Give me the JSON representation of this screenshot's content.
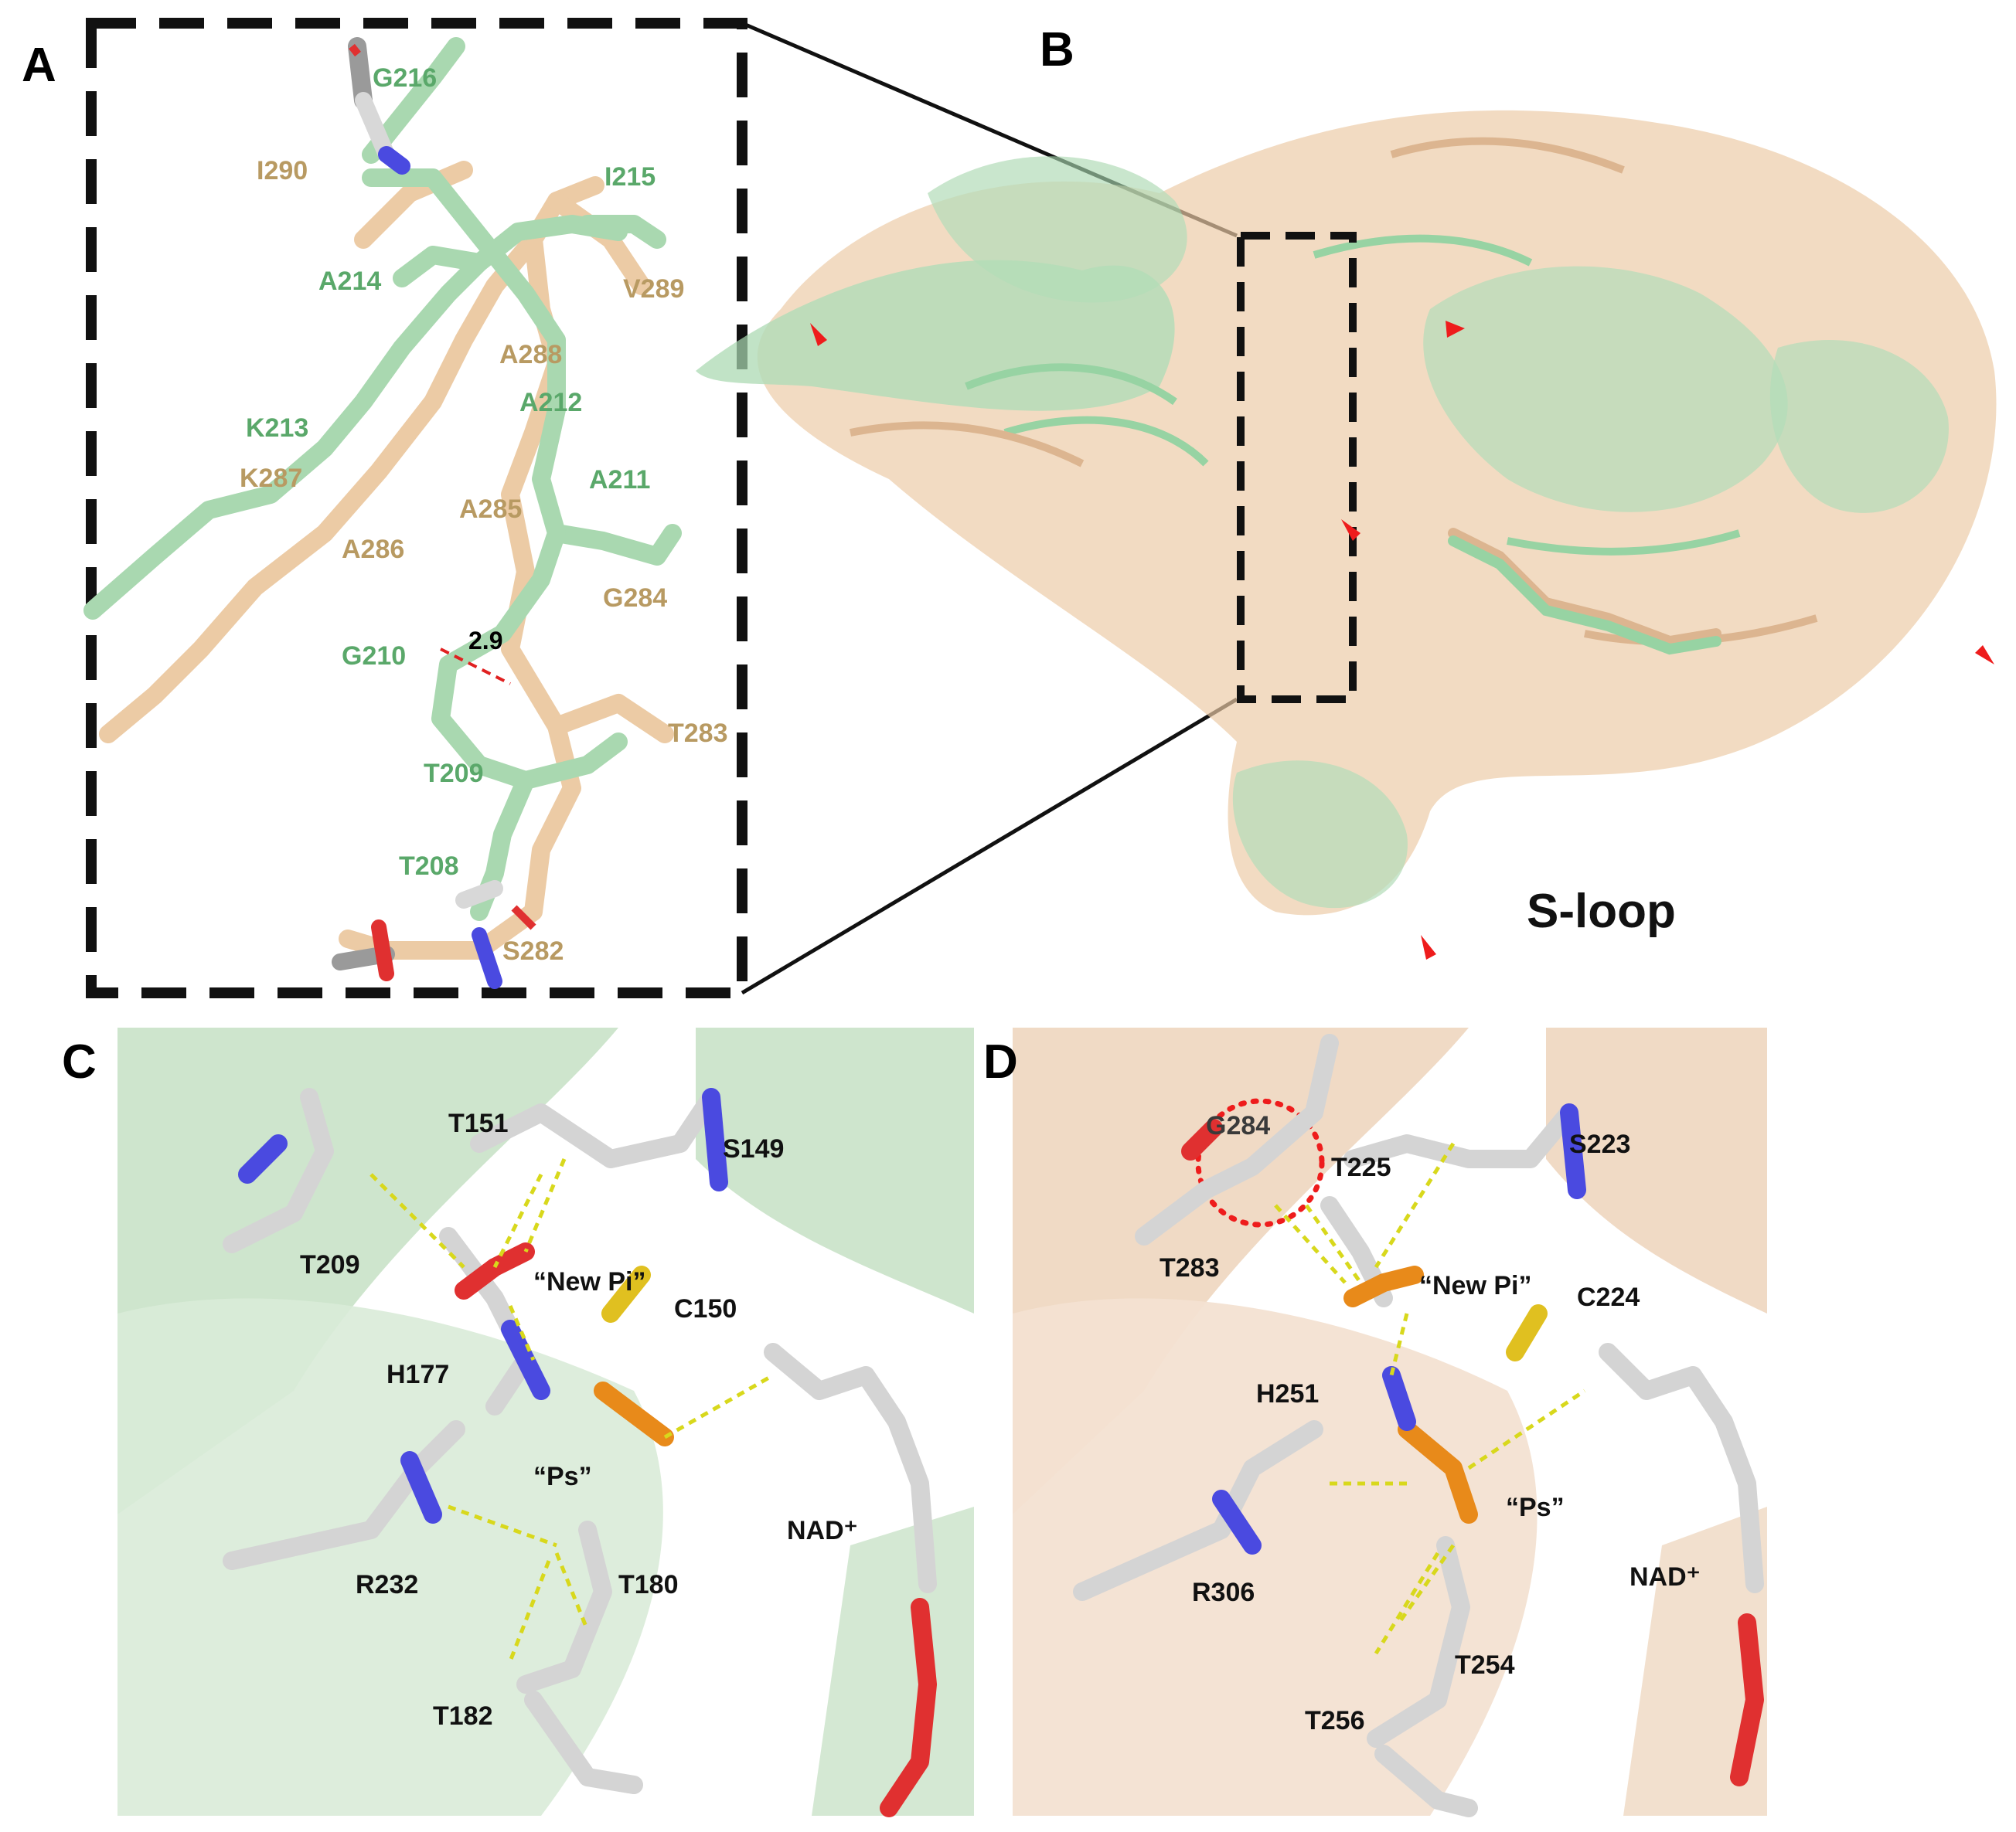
{
  "panels": {
    "a": {
      "letter": "A",
      "residues_green": [
        "G216",
        "I215",
        "A214",
        "A212",
        "K213",
        "A211",
        "G210",
        "T209",
        "T208"
      ],
      "residues_tan": [
        "I290",
        "V289",
        "A288",
        "K287",
        "A285",
        "A286",
        "G284",
        "T283",
        "S282"
      ],
      "distance": "2.9"
    },
    "b": {
      "letter": "B",
      "sloop": "S-loop"
    },
    "c": {
      "letter": "C",
      "labels": [
        "T151",
        "S149",
        "T209",
        "“New Pi”",
        "C150",
        "H177",
        "“Ps”",
        "NAD⁺",
        "R232",
        "T180",
        "T182"
      ]
    },
    "d": {
      "letter": "D",
      "labels": [
        "G284",
        "T225",
        "S223",
        "T283",
        "“New Pi”",
        "C224",
        "H251",
        "“Ps”",
        "NAD⁺",
        "R306",
        "T254",
        "T256"
      ]
    }
  },
  "colors": {
    "green_text": "#5aa86a",
    "tan_text": "#b89a62",
    "green_structure": "#a9d8b0",
    "tan_structure": "#eccba5",
    "red_arrow": "#ee1c1c",
    "hbond": "#d8d81c"
  }
}
